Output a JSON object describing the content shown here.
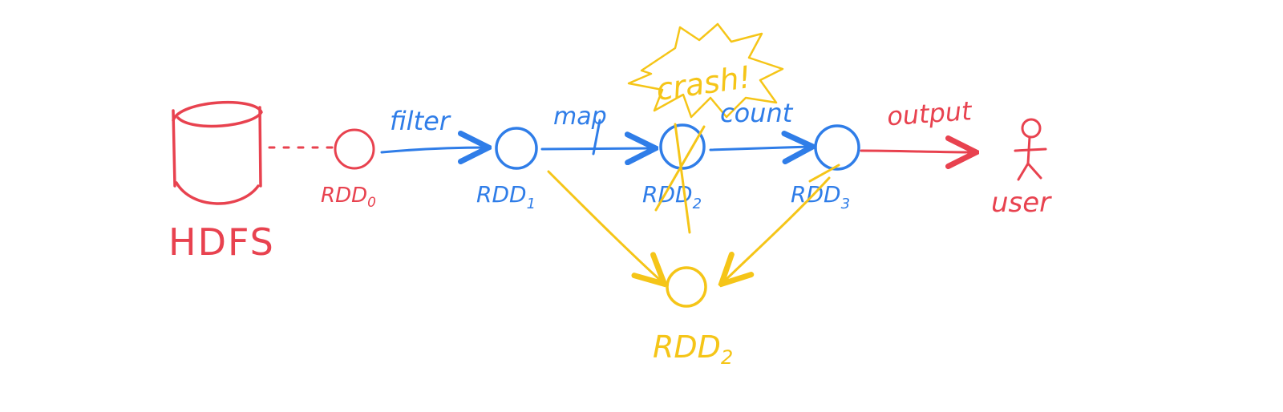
{
  "colors": {
    "red": "#e8424f",
    "blue": "#2f7de8",
    "yellow": "#f5c518",
    "background": "#ffffff"
  },
  "nodes": {
    "hdfs": "HDFS",
    "rdd0": {
      "base": "RDD",
      "sub": "0"
    },
    "rdd1": {
      "base": "RDD",
      "sub": "1"
    },
    "rdd2": {
      "base": "RDD",
      "sub": "2"
    },
    "rdd3": {
      "base": "RDD",
      "sub": "3"
    },
    "rdd2_recomputed": {
      "base": "RDD",
      "sub": "2"
    },
    "user": "user"
  },
  "edges": {
    "filter": "filter",
    "map": "map",
    "count": "count",
    "output": "output"
  },
  "crash": "crash!",
  "icons": {
    "hdfs": "database-cylinder-icon",
    "user": "stick-figure-icon"
  }
}
